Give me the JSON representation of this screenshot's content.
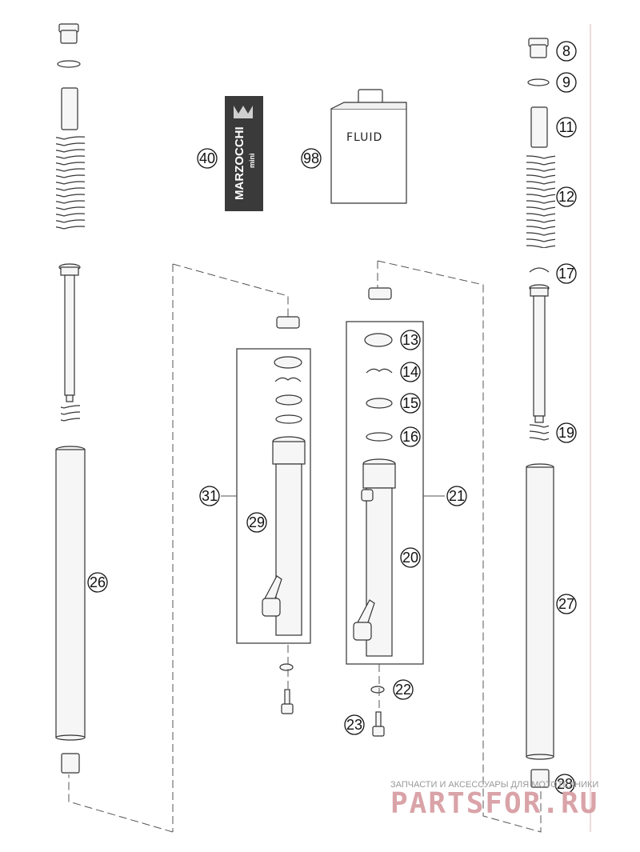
{
  "callouts": [
    "8",
    "9",
    "11",
    "12",
    "17",
    "19",
    "27",
    "28",
    "13",
    "14",
    "15",
    "16",
    "21",
    "20",
    "22",
    "23",
    "31",
    "29",
    "26",
    "40",
    "98"
  ],
  "fluid_label": "FLUID",
  "brand": {
    "name": "MARZOCCHI",
    "sub": "mini"
  },
  "watermark": {
    "small": "ЗАПЧАСТИ И АКСЕССУАРЫ ДЛЯ МОТОТЕХНИКИ",
    "big": "PARTSFOR.RU"
  },
  "colors": {
    "line": "#333333",
    "watermark": "#d9a3a8",
    "decal": "#3a3a3a",
    "fill": "#f6f6f6"
  }
}
